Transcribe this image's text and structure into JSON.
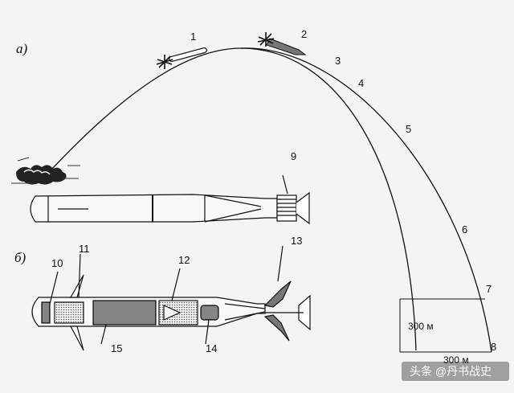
{
  "panels": {
    "a": "а)",
    "b": "б)"
  },
  "callouts": {
    "n1": "1",
    "n2": "2",
    "n3": "3",
    "n4": "4",
    "n5": "5",
    "n6": "6",
    "n7": "7",
    "n8": "8",
    "n9": "9",
    "n10": "10",
    "n11": "11",
    "n12": "12",
    "n13": "13",
    "n14": "14",
    "n15": "15"
  },
  "dimensions": {
    "height": "300 м",
    "width": "300 м"
  },
  "watermark": "头条 @丹书战史"
}
